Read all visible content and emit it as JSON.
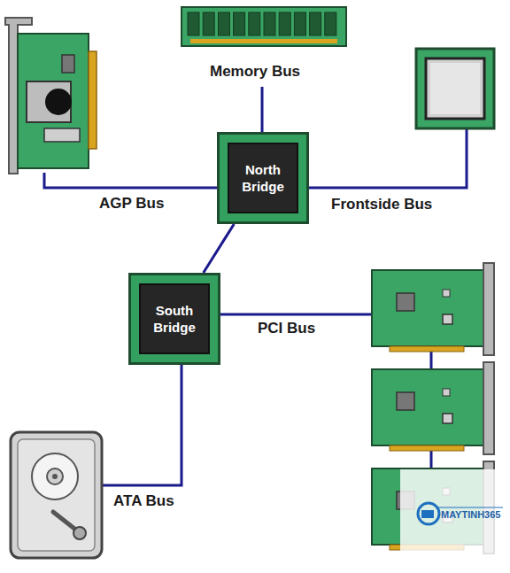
{
  "diagram": {
    "nodes": [
      {
        "text": [
          "North Bridge"
        ]
      },
      {
        "text": [
          "South Bridge"
        ]
      }
    ],
    "edges": [
      {
        "from": 0,
        "to": 1,
        "arrow": "none"
      }
    ],
    "labels": [
      "Memory Bus",
      "AGP Bus",
      "Frontside Bus",
      "PCI Bus",
      "ATA Bus",
      "MAYTINH365"
    ]
  }
}
